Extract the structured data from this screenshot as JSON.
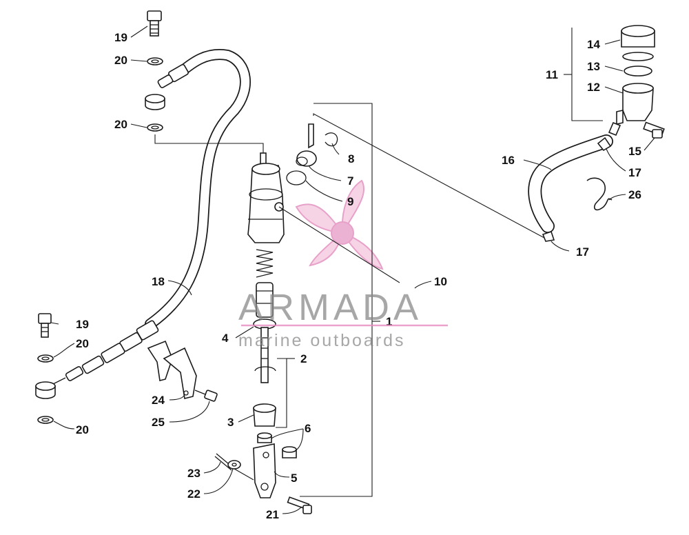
{
  "diagram": {
    "watermark": {
      "title": "ARMADA",
      "subtitle": "marine outboards",
      "color": "#e889c0",
      "logo": "propeller-logo"
    },
    "callouts": [
      {
        "id": "c1",
        "label": "1"
      },
      {
        "id": "c2",
        "label": "2"
      },
      {
        "id": "c3",
        "label": "3"
      },
      {
        "id": "c4",
        "label": "4"
      },
      {
        "id": "c5",
        "label": "5"
      },
      {
        "id": "c6",
        "label": "6"
      },
      {
        "id": "c7",
        "label": "7"
      },
      {
        "id": "c8",
        "label": "8"
      },
      {
        "id": "c9",
        "label": "9"
      },
      {
        "id": "c10",
        "label": "10"
      },
      {
        "id": "c11",
        "label": "11"
      },
      {
        "id": "c12",
        "label": "12"
      },
      {
        "id": "c13",
        "label": "13"
      },
      {
        "id": "c14",
        "label": "14"
      },
      {
        "id": "c15",
        "label": "15"
      },
      {
        "id": "c16",
        "label": "16"
      },
      {
        "id": "c17a",
        "label": "17"
      },
      {
        "id": "c17b",
        "label": "17"
      },
      {
        "id": "c18",
        "label": "18"
      },
      {
        "id": "c19a",
        "label": "19"
      },
      {
        "id": "c19b",
        "label": "19"
      },
      {
        "id": "c20a",
        "label": "20"
      },
      {
        "id": "c20b",
        "label": "20"
      },
      {
        "id": "c20c",
        "label": "20"
      },
      {
        "id": "c20d",
        "label": "20"
      },
      {
        "id": "c21",
        "label": "21"
      },
      {
        "id": "c22",
        "label": "22"
      },
      {
        "id": "c23",
        "label": "23"
      },
      {
        "id": "c24",
        "label": "24"
      },
      {
        "id": "c25",
        "label": "25"
      },
      {
        "id": "c26",
        "label": "26"
      }
    ]
  }
}
